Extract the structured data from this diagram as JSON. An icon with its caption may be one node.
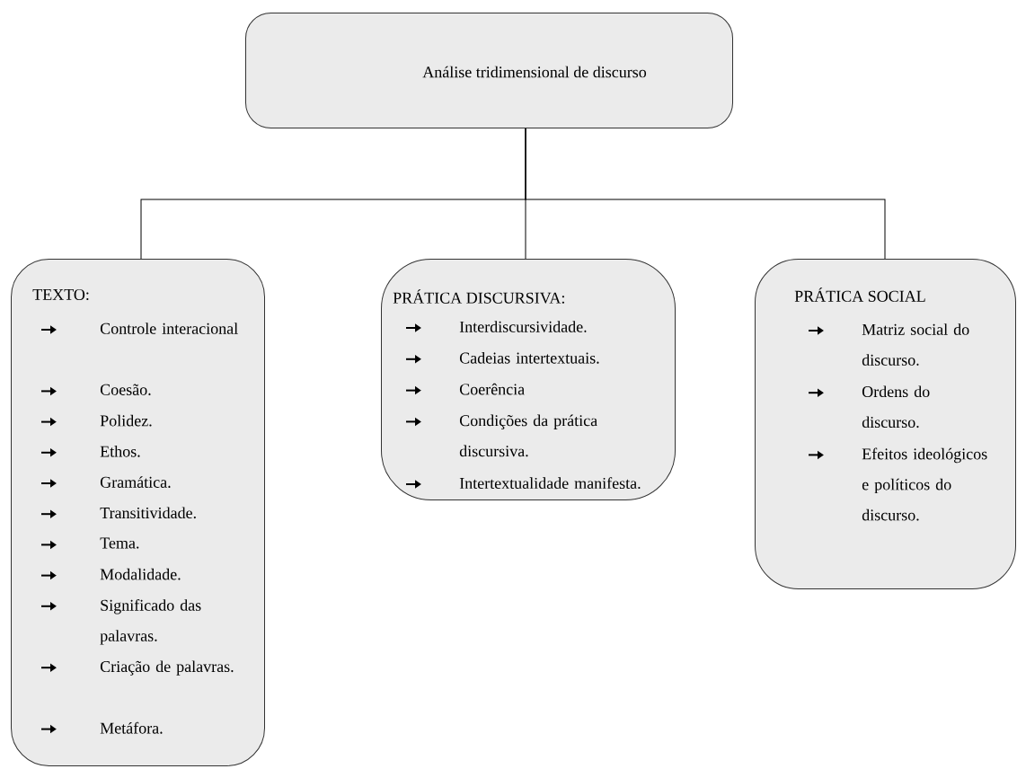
{
  "diagram": {
    "nodes": [
      {
        "text": [
          "Análise tridimensional de discurso"
        ]
      },
      {
        "text": [
          "TEXTO:",
          "Controle interacional",
          "Coesão.",
          "Polidez.",
          "Ethos.",
          "Gramática.",
          "Transitividade.",
          "Tema.",
          "Modalidade.",
          "Significado das palavras.",
          "Criação de palavras.",
          "Metáfora."
        ]
      },
      {
        "text": [
          "PRÁTICA DISCURSIVA:",
          "Interdiscursividade.",
          "Cadeias intertextuais.",
          "Coerência",
          "Condições da prática discursiva.",
          "Intertextualidade manifesta."
        ]
      },
      {
        "text": [
          "PRÁTICA SOCIAL",
          "Matriz social do discurso.",
          "Ordens do discurso.",
          "Efeitos ideológicos e políticos do discurso."
        ]
      }
    ],
    "edges": [
      {
        "from": 0,
        "to": 1,
        "arrow": "none"
      },
      {
        "from": 0,
        "to": 2,
        "arrow": "none"
      },
      {
        "from": 0,
        "to": 3,
        "arrow": "none"
      }
    ]
  }
}
